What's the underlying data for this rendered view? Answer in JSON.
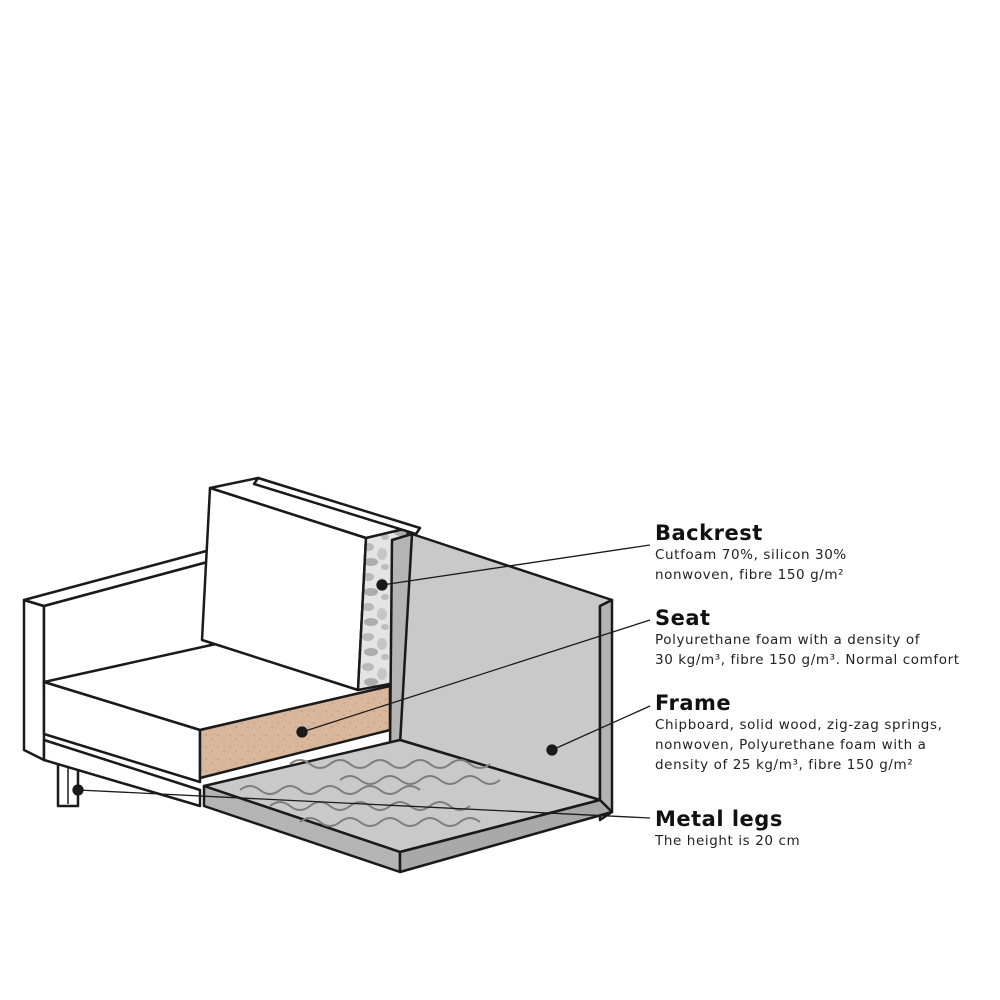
{
  "labels": {
    "backrest": {
      "title": "Backrest",
      "desc_lines": [
        "Cutfoam 70%, silicon 30%",
        "nonwoven, fibre 150 g/m²"
      ]
    },
    "seat": {
      "title": "Seat",
      "desc_lines": [
        "Polyurethane foam with a density of",
        "30 kg/m³, fibre 150 g/m³. Normal comfort"
      ]
    },
    "frame": {
      "title": "Frame",
      "desc_lines": [
        "Chipboard, solid wood, zig-zag springs,",
        "nonwoven, Polyurethane foam with a",
        "density of 25 kg/m³, fibre 150 g/m²"
      ]
    },
    "legs": {
      "title": "Metal legs",
      "desc_lines": [
        "The height is 20 cm"
      ]
    }
  },
  "colors": {
    "outline": "#1a1a1a",
    "frame_fill": "#c9c9c9",
    "frame_dark": "#b4b4b4",
    "seat_foam": "#d9b79c",
    "backrest_foam": "#d8d8d8",
    "cushion_fill": "#ffffff"
  }
}
